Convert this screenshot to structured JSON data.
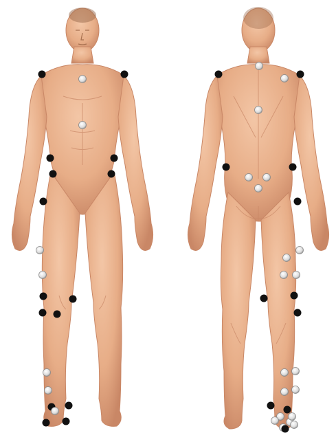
{
  "figure": {
    "views": [
      {
        "id": "front",
        "label": ""
      },
      {
        "id": "back",
        "label": ""
      }
    ],
    "colors": {
      "background": "#ffffff",
      "skin": "#e7ad87",
      "skin_shadow": "#c98766",
      "skin_highlight": "#f3c6a6",
      "hair": "#9a6a4c",
      "marker_black": "#111111",
      "marker_white": "#eeeeee",
      "marker_white_stroke": "#8a8a8a"
    },
    "marker_legend": {
      "black": "black-marker",
      "white": "white-marker"
    },
    "front_marker_counts": {
      "black": 14,
      "white": 8
    },
    "back_marker_counts": {
      "black": 12,
      "white": 19
    }
  }
}
